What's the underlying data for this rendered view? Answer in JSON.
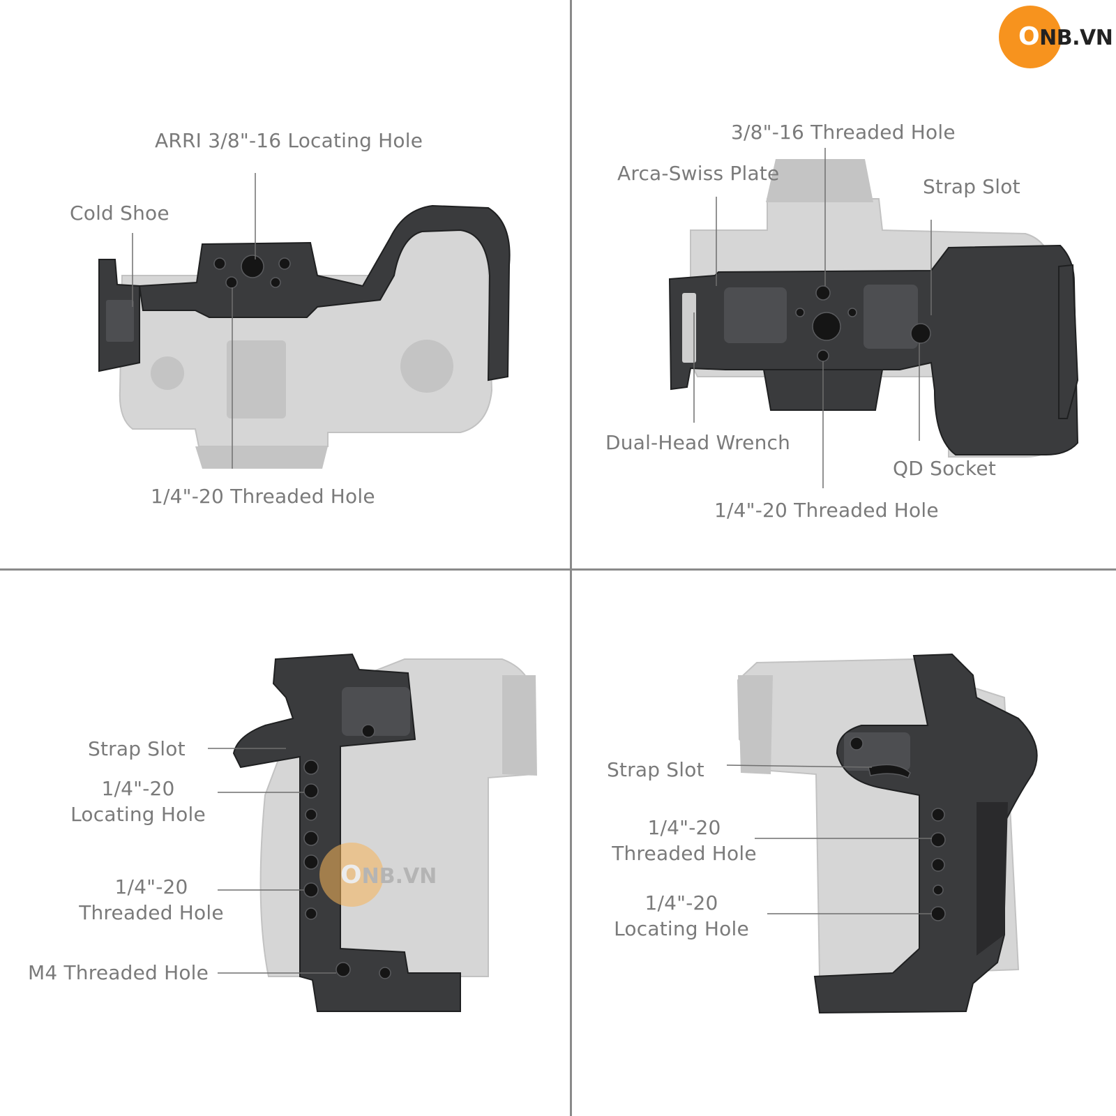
{
  "logo": {
    "mark": "O",
    "text": "NB.VN"
  },
  "watermark": {
    "mark": "O",
    "text": "NB.VN"
  },
  "panels": {
    "top_view": {
      "labels": {
        "arri_hole": "ARRI 3/8\"-16 Locating Hole",
        "cold_shoe": "Cold Shoe",
        "threaded_quarter": "1/4\"-20 Threaded Hole"
      }
    },
    "bottom_view": {
      "labels": {
        "threaded_38": "3/8\"-16 Threaded Hole",
        "arca_plate": "Arca-Swiss Plate",
        "strap_slot": "Strap Slot",
        "wrench": "Dual-Head Wrench",
        "qd_socket": "QD Socket",
        "threaded_quarter": "1/4\"-20 Threaded Hole"
      }
    },
    "left_side": {
      "labels": {
        "strap_slot": "Strap Slot",
        "locating_l1": "1/4\"-20",
        "locating_l2": "Locating Hole",
        "threaded_l1": "1/4\"-20",
        "threaded_l2": "Threaded Hole",
        "m4_threaded": "M4 Threaded Hole"
      }
    },
    "right_side": {
      "labels": {
        "strap_slot": "Strap Slot",
        "threaded_l1": "1/4\"-20",
        "threaded_l2": "Threaded Hole",
        "locating_l1": "1/4\"-20",
        "locating_l2": "Locating Hole"
      }
    }
  },
  "colors": {
    "divider": "#8a8a8a",
    "label_text": "#7a7a7a",
    "logo_orange": "#f7931e"
  }
}
